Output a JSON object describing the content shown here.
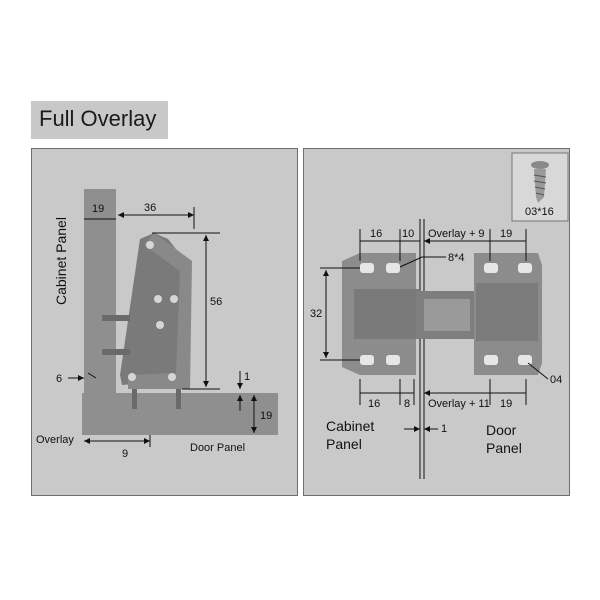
{
  "title": "Full Overlay",
  "left": {
    "cabinet_panel": "Cabinet Panel",
    "door_panel": "Door Panel",
    "overlay": "Overlay",
    "dim_19_top": "19",
    "dim_36": "36",
    "dim_56": "56",
    "dim_6": "6",
    "dim_1": "1",
    "dim_19_side": "19",
    "dim_9": "9"
  },
  "right": {
    "screw_label": "03*16",
    "dim_16_top": "16",
    "dim_10": "10",
    "dim_overlay9": "Overlay + 9",
    "dim_19_top": "19",
    "dim_8x4": "8*4",
    "dim_32": "32",
    "dim_04": "04",
    "dim_16_bottom": "16",
    "dim_8": "8",
    "dim_overlay11": "Overlay + 11",
    "dim_19_bottom": "19",
    "cabinet_panel_1": "Cabinet",
    "cabinet_panel_2": "Panel",
    "door_panel_1": "Door",
    "door_panel_2": "Panel",
    "dim_1": "1"
  },
  "colors": {
    "panel_bg": "#c9c9c9",
    "hinge": "#888888",
    "hinge_dark": "#6f6f6f"
  }
}
